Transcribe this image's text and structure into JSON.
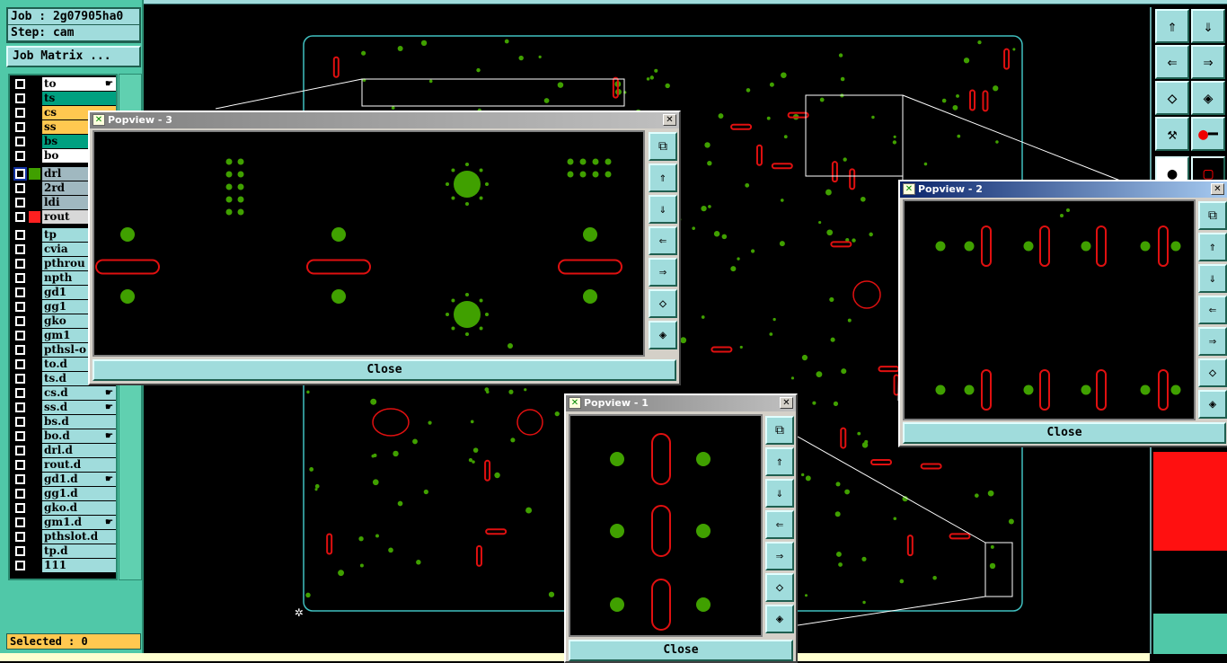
{
  "job": {
    "job_label": "Job : 2g07905ha0",
    "step_label": "Step: cam",
    "matrix_button": "Job Matrix ..."
  },
  "layers": [
    {
      "name": "to",
      "color": "#ffffff",
      "arrow": true
    },
    {
      "name": "ts",
      "color": "#00a080"
    },
    {
      "name": "cs",
      "color": "#ffc850"
    },
    {
      "name": "ss",
      "color": "#ffc850"
    },
    {
      "name": "bs",
      "color": "#00a080"
    },
    {
      "name": "bo",
      "color": "#ffffff"
    },
    {
      "name": "drl",
      "color": "#a0b8c0",
      "swatch": "#40a000",
      "active": true
    },
    {
      "name": "2rd",
      "color": "#a0b8c0"
    },
    {
      "name": "ldi",
      "color": "#a0b8c0"
    },
    {
      "name": "rout",
      "color": "#d8d8d8",
      "swatch": "#ff2020"
    },
    {
      "name": "tp",
      "color": "#a0dcdc"
    },
    {
      "name": "cvia",
      "color": "#a0dcdc"
    },
    {
      "name": "pthrou",
      "color": "#a0dcdc"
    },
    {
      "name": "npth",
      "color": "#a0dcdc"
    },
    {
      "name": "gd1",
      "color": "#a0dcdc"
    },
    {
      "name": "gg1",
      "color": "#a0dcdc"
    },
    {
      "name": "gko",
      "color": "#a0dcdc"
    },
    {
      "name": "gm1",
      "color": "#a0dcdc"
    },
    {
      "name": "pthsl-o",
      "color": "#a0dcdc"
    },
    {
      "name": "to.d",
      "color": "#a0dcdc"
    },
    {
      "name": "ts.d",
      "color": "#a0dcdc"
    },
    {
      "name": "cs.d",
      "color": "#a0dcdc",
      "arrow": true
    },
    {
      "name": "ss.d",
      "color": "#a0dcdc",
      "arrow": true
    },
    {
      "name": "bs.d",
      "color": "#a0dcdc"
    },
    {
      "name": "bo.d",
      "color": "#a0dcdc",
      "arrow": true
    },
    {
      "name": "drl.d",
      "color": "#a0dcdc"
    },
    {
      "name": "rout.d",
      "color": "#a0dcdc"
    },
    {
      "name": "gd1.d",
      "color": "#a0dcdc",
      "arrow": true
    },
    {
      "name": "gg1.d",
      "color": "#a0dcdc"
    },
    {
      "name": "gko.d",
      "color": "#a0dcdc"
    },
    {
      "name": "gm1.d",
      "color": "#a0dcdc",
      "arrow": true
    },
    {
      "name": "pthslot.d",
      "color": "#a0dcdc"
    },
    {
      "name": "tp.d",
      "color": "#a0dcdc"
    },
    {
      "name": "111",
      "color": "#a0dcdc"
    }
  ],
  "status": {
    "selected": "Selected : 0"
  },
  "popviews": [
    {
      "title": "Popview - 3",
      "close": "Close"
    },
    {
      "title": "Popview - 2",
      "close": "Close"
    },
    {
      "title": "Popview - 1",
      "close": "Close"
    }
  ],
  "colors": {
    "pad": "#40a000",
    "rout": "#e01010",
    "outline": "#40c0c0"
  }
}
